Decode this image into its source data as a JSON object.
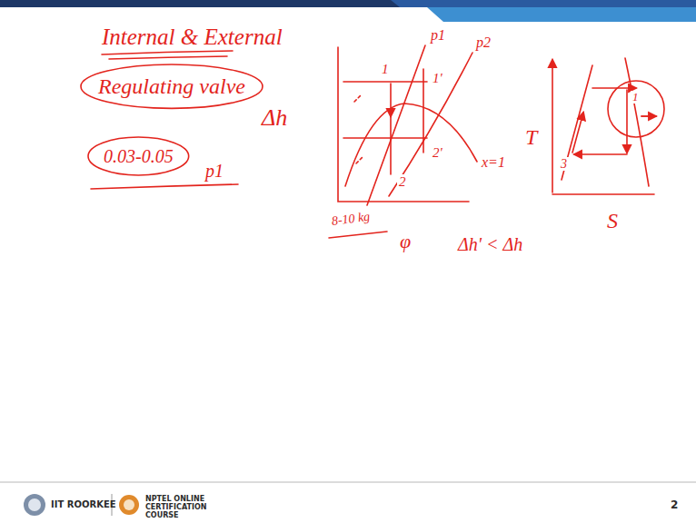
{
  "diagram": {
    "title": "Internal & External",
    "nodes": [
      {
        "text": [
          "Regulating valve"
        ]
      },
      {
        "text": [
          "0.03-0.05"
        ]
      }
    ],
    "labels": [
      "Δh",
      "p1",
      "p1",
      "p2",
      "x=1",
      "1",
      "1'",
      "2",
      "2'",
      "8-10 kg",
      "φ",
      "Δh' < Δh",
      "T",
      "S",
      "1",
      "3",
      "IIT ROORKEE",
      "NPTEL ONLINE CERTIFICATION COURSE",
      "2"
    ]
  }
}
